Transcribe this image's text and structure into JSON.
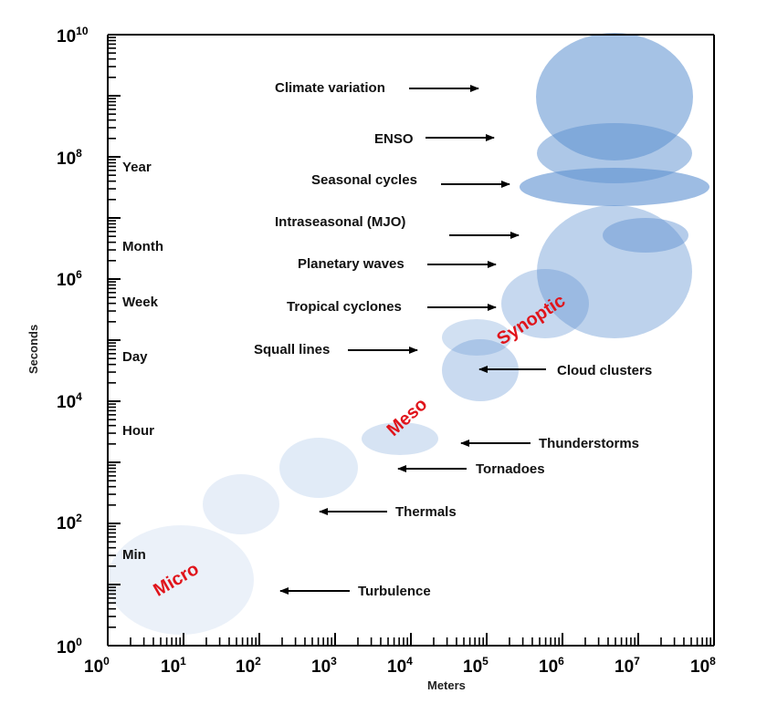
{
  "axes": {
    "x_title": "Meters",
    "y_title": "Seconds",
    "x_ticks": [
      {
        "base": "10",
        "exp": "0"
      },
      {
        "base": "10",
        "exp": "1"
      },
      {
        "base": "10",
        "exp": "2"
      },
      {
        "base": "10",
        "exp": "3"
      },
      {
        "base": "10",
        "exp": "4"
      },
      {
        "base": "10",
        "exp": "5"
      },
      {
        "base": "10",
        "exp": "6"
      },
      {
        "base": "10",
        "exp": "7"
      },
      {
        "base": "10",
        "exp": "8"
      }
    ],
    "y_ticks": [
      {
        "base": "10",
        "exp": "0"
      },
      {
        "base": "10",
        "exp": "2"
      },
      {
        "base": "10",
        "exp": "4"
      },
      {
        "base": "10",
        "exp": "6"
      },
      {
        "base": "10",
        "exp": "8"
      },
      {
        "base": "10",
        "exp": "10"
      }
    ]
  },
  "time_labels": [
    "Year",
    "Month",
    "Week",
    "Day",
    "Hour",
    "Min"
  ],
  "scale_labels": {
    "micro": "Micro",
    "meso": "Meso",
    "synoptic": "Synoptic"
  },
  "phenomena": {
    "climate_variation": "Climate variation",
    "enso": "ENSO",
    "seasonal_cycles": "Seasonal cycles",
    "intraseasonal": "Intraseasonal (MJO)",
    "planetary_waves": "Planetary waves",
    "tropical_cyclones": "Tropical cyclones",
    "squall_lines": "Squall lines",
    "cloud_clusters": "Cloud clusters",
    "thunderstorms": "Thunderstorms",
    "tornadoes": "Tornadoes",
    "thermals": "Thermals",
    "turbulence": "Turbulence"
  },
  "colors": {
    "blob_fill": "#5b8fd0",
    "scale_text": "#e0141b",
    "axis": "#000000"
  }
}
